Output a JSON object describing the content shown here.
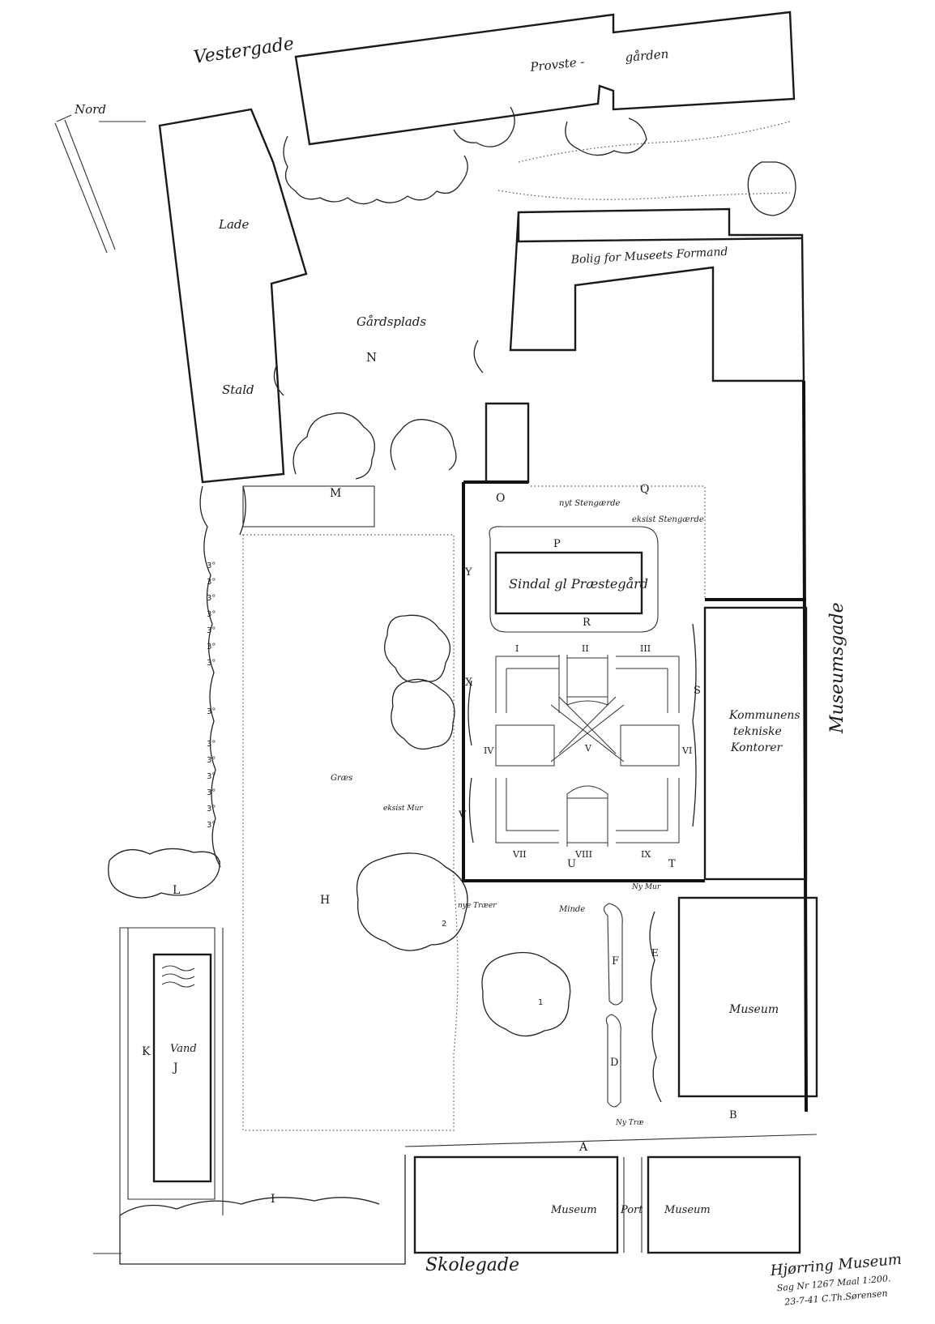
{
  "streets": {
    "north": "Vestergade",
    "east": "Museumsgade",
    "south": "Skolegade"
  },
  "north_arrow": "Nord",
  "buildings": {
    "provstegaarden_1": "Provste -",
    "provstegaarden_2": "gården",
    "lade": "Lade",
    "stald": "Stald",
    "bolig": "Bolig for Museets Formand",
    "sindal": "Sindal gl Præstegård",
    "kommunens_1": "Kommunens",
    "kommunens_2": "tekniske",
    "kommunens_3": "Kontorer",
    "museum_east": "Museum",
    "museum_south_left": "Museum",
    "port": "Port",
    "museum_south_right": "Museum"
  },
  "areas": {
    "gaardsplads": "Gårdsplads",
    "graes": "Græs",
    "vand": "Vand",
    "minde": "Minde"
  },
  "notes": {
    "nyt_stengaerde": "nyt Stengærde",
    "eksist_stengaerde": "eksist Stengærde",
    "eksist_mur": "eksist Mur",
    "ny_mur": "Ny Mur",
    "nye_traeer": "nye Træer",
    "ny_trae": "Ny Træ"
  },
  "zones": {
    "A": "A",
    "B": "B",
    "D": "D",
    "E": "E",
    "F": "F",
    "H": "H",
    "J": "J",
    "K": "K",
    "L": "L",
    "M": "M",
    "N": "N",
    "O": "O",
    "P": "P",
    "Q": "Q",
    "R": "R",
    "S": "S",
    "T": "T",
    "U": "U",
    "V": "V",
    "X": "X",
    "Y": "Y",
    "I": "I"
  },
  "garden_sections": [
    "I",
    "II",
    "III",
    "IV",
    "V",
    "VI",
    "VII",
    "VIII",
    "IX"
  ],
  "title_block": {
    "line1": "Hjørring Museum",
    "line2": "Sag Nr 1267   Maal 1:200.",
    "line3": "23-7-41  C.Th.Sørensen"
  }
}
